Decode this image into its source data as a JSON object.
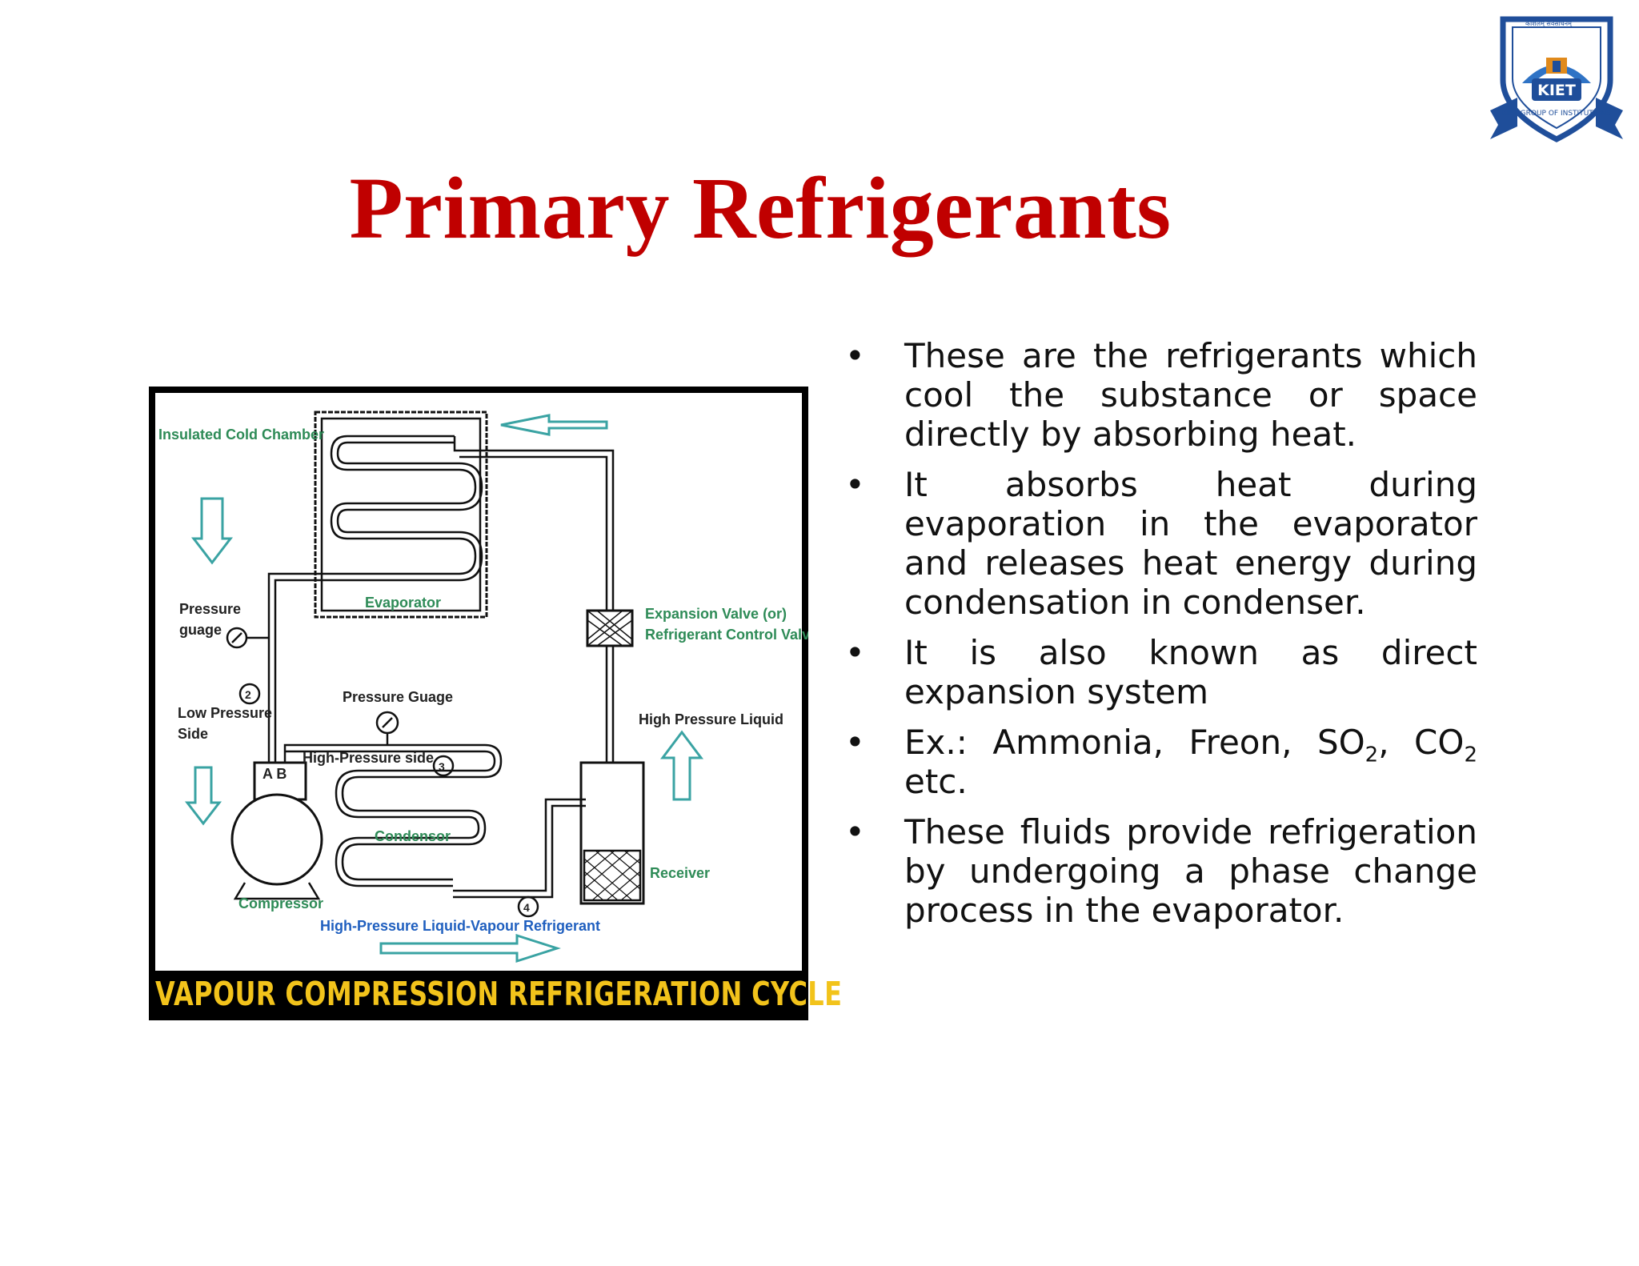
{
  "slide": {
    "title": "Primary Refrigerants",
    "logo": {
      "top_text": "कौशलम् सर्वसाधनम्",
      "ring_text": "KIET GROUP OF INSTITUTIONS",
      "badge": "KIET",
      "colors": {
        "navy": "#1f4e9a",
        "blue": "#2f73c5",
        "orange": "#e08a1c"
      }
    },
    "diagram": {
      "caption": "VAPOUR COMPRESSION REFRIGERATION CYCLE",
      "labels": {
        "insulated_chamber": "Insulated Cold Chamber",
        "evaporator": "Evaporator",
        "pressure_guage_left": "Pressure",
        "pressure_guage_left2": "guage",
        "low_pressure": "Low Pressure",
        "low_pressure2": "Side",
        "pressure_guage_mid": "Pressure Guage",
        "high_pressure_side": "High-Pressure side",
        "ab": "A B",
        "condensor": "Condensor",
        "compressor": "Compressor",
        "hp_liquid_vapour": "High-Pressure Liquid-Vapour Refrigerant",
        "expansion_valve": "Expansion Valve (or)",
        "expansion_valve2": "Refrigerant Control Valve",
        "high_pressure_liquid": "High Pressure Liquid",
        "receiver": "Receiver",
        "n1": "2",
        "n2": "3",
        "n3": "4"
      },
      "colors": {
        "label_green": "#2e8b57",
        "arrow_teal": "#3aa3a3",
        "caption": "#f2c31b"
      }
    },
    "bullets": [
      {
        "text": "These are the refrigerants which cool the substance or space directly by absorbing heat."
      },
      {
        "text": " It absorbs heat during evaporation in the evaporator and releases heat energy during condensation in condenser."
      },
      {
        "text": "It is also known as direct expansion system"
      },
      {
        "prefix": "Ex.: Ammonia, Freon, SO",
        "sub1": "2",
        "mid": ",  CO",
        "sub2": "2",
        "suffix": " etc."
      },
      {
        "text": "These fluids provide refrigeration by undergoing a phase change process in the evaporator."
      }
    ],
    "bullet_symbol": "•",
    "title_color": "#c00000"
  }
}
